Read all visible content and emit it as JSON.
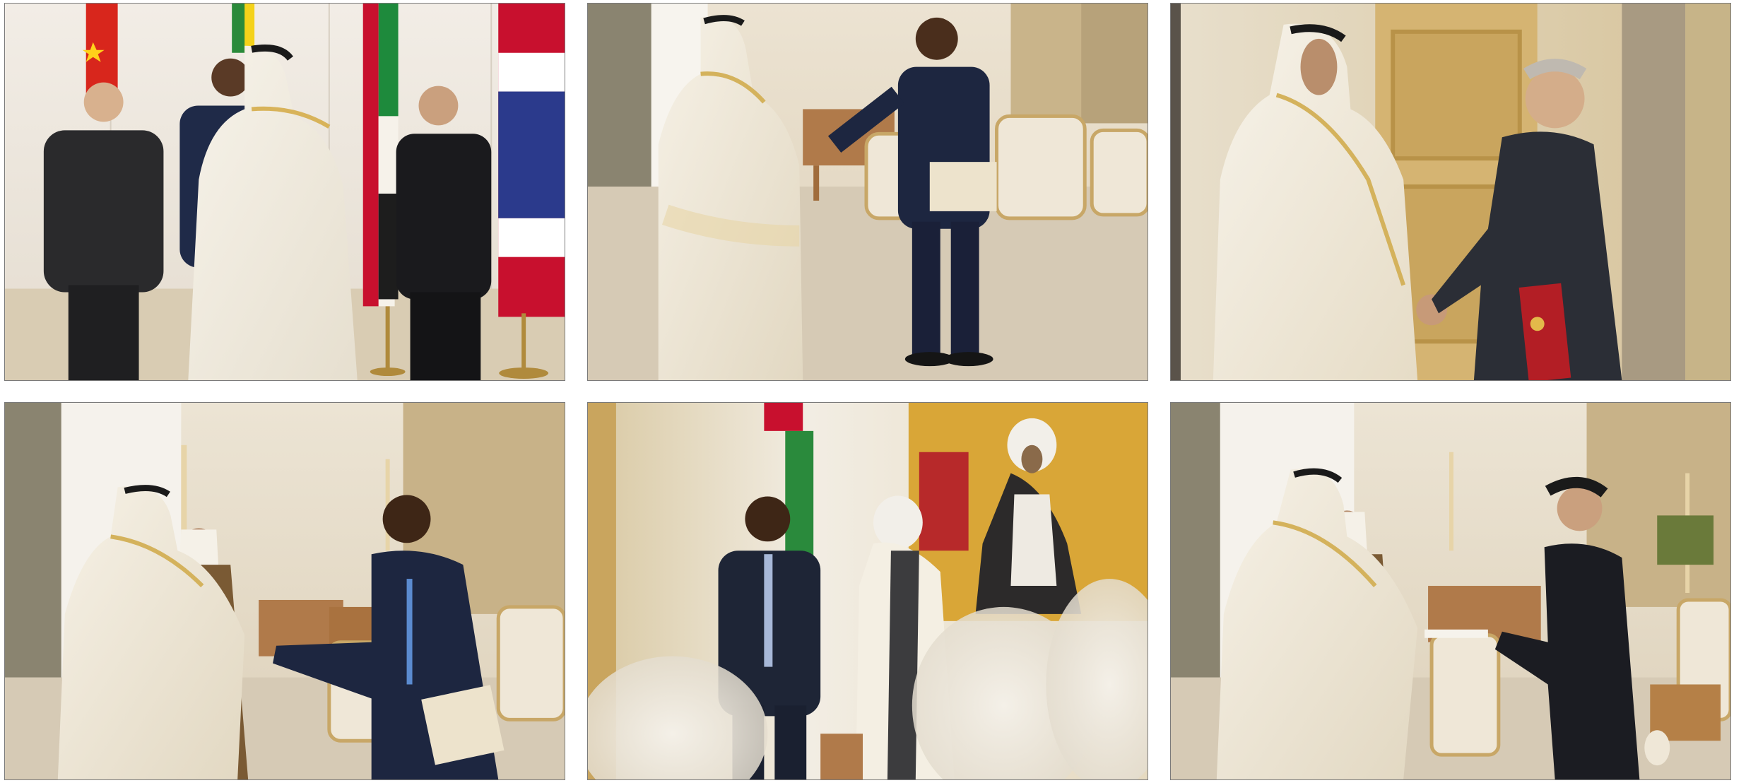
{
  "gallery": {
    "photos": [
      {
        "icon": "photo-ceremony-group-with-flags"
      },
      {
        "icon": "photo-handshake-in-hall"
      },
      {
        "icon": "photo-handshake-red-folder"
      },
      {
        "icon": "photo-handshake-beige-folder"
      },
      {
        "icon": "photo-standing-before-portrait"
      },
      {
        "icon": "photo-presenting-credentials"
      }
    ]
  }
}
